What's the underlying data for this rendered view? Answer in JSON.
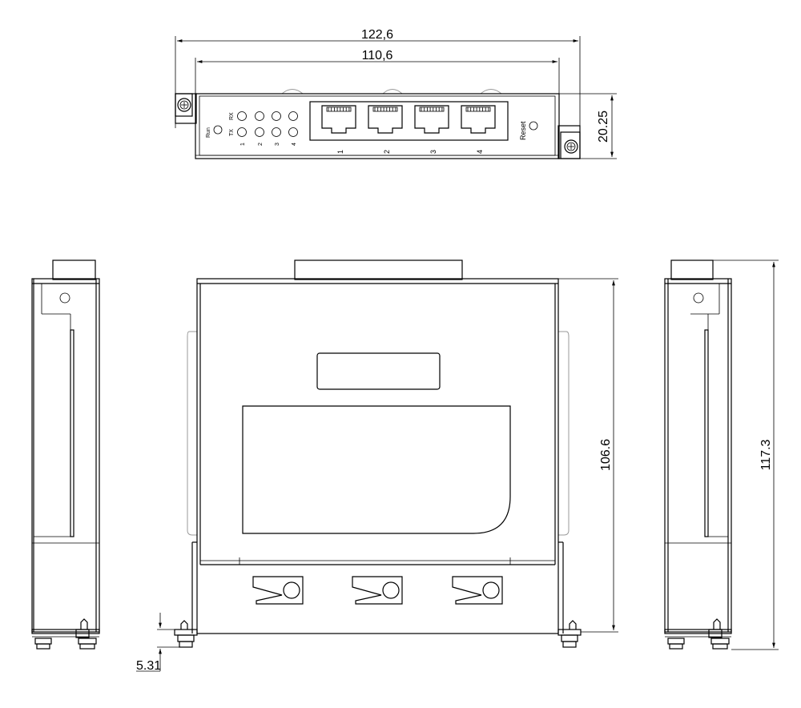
{
  "dimensions": {
    "overall_width": "122,6",
    "inner_width": "110,6",
    "front_height": "20.25",
    "body_height": "106.6",
    "total_height": "117.3",
    "foot_height": "5.31"
  },
  "front_panel": {
    "run_label": "Run",
    "rx_label": "RX",
    "tx_label": "TX",
    "led_numbers": [
      "1",
      "2",
      "3",
      "4"
    ],
    "port_numbers": [
      "1",
      "2",
      "3",
      "4"
    ],
    "reset_label": "Reset"
  }
}
